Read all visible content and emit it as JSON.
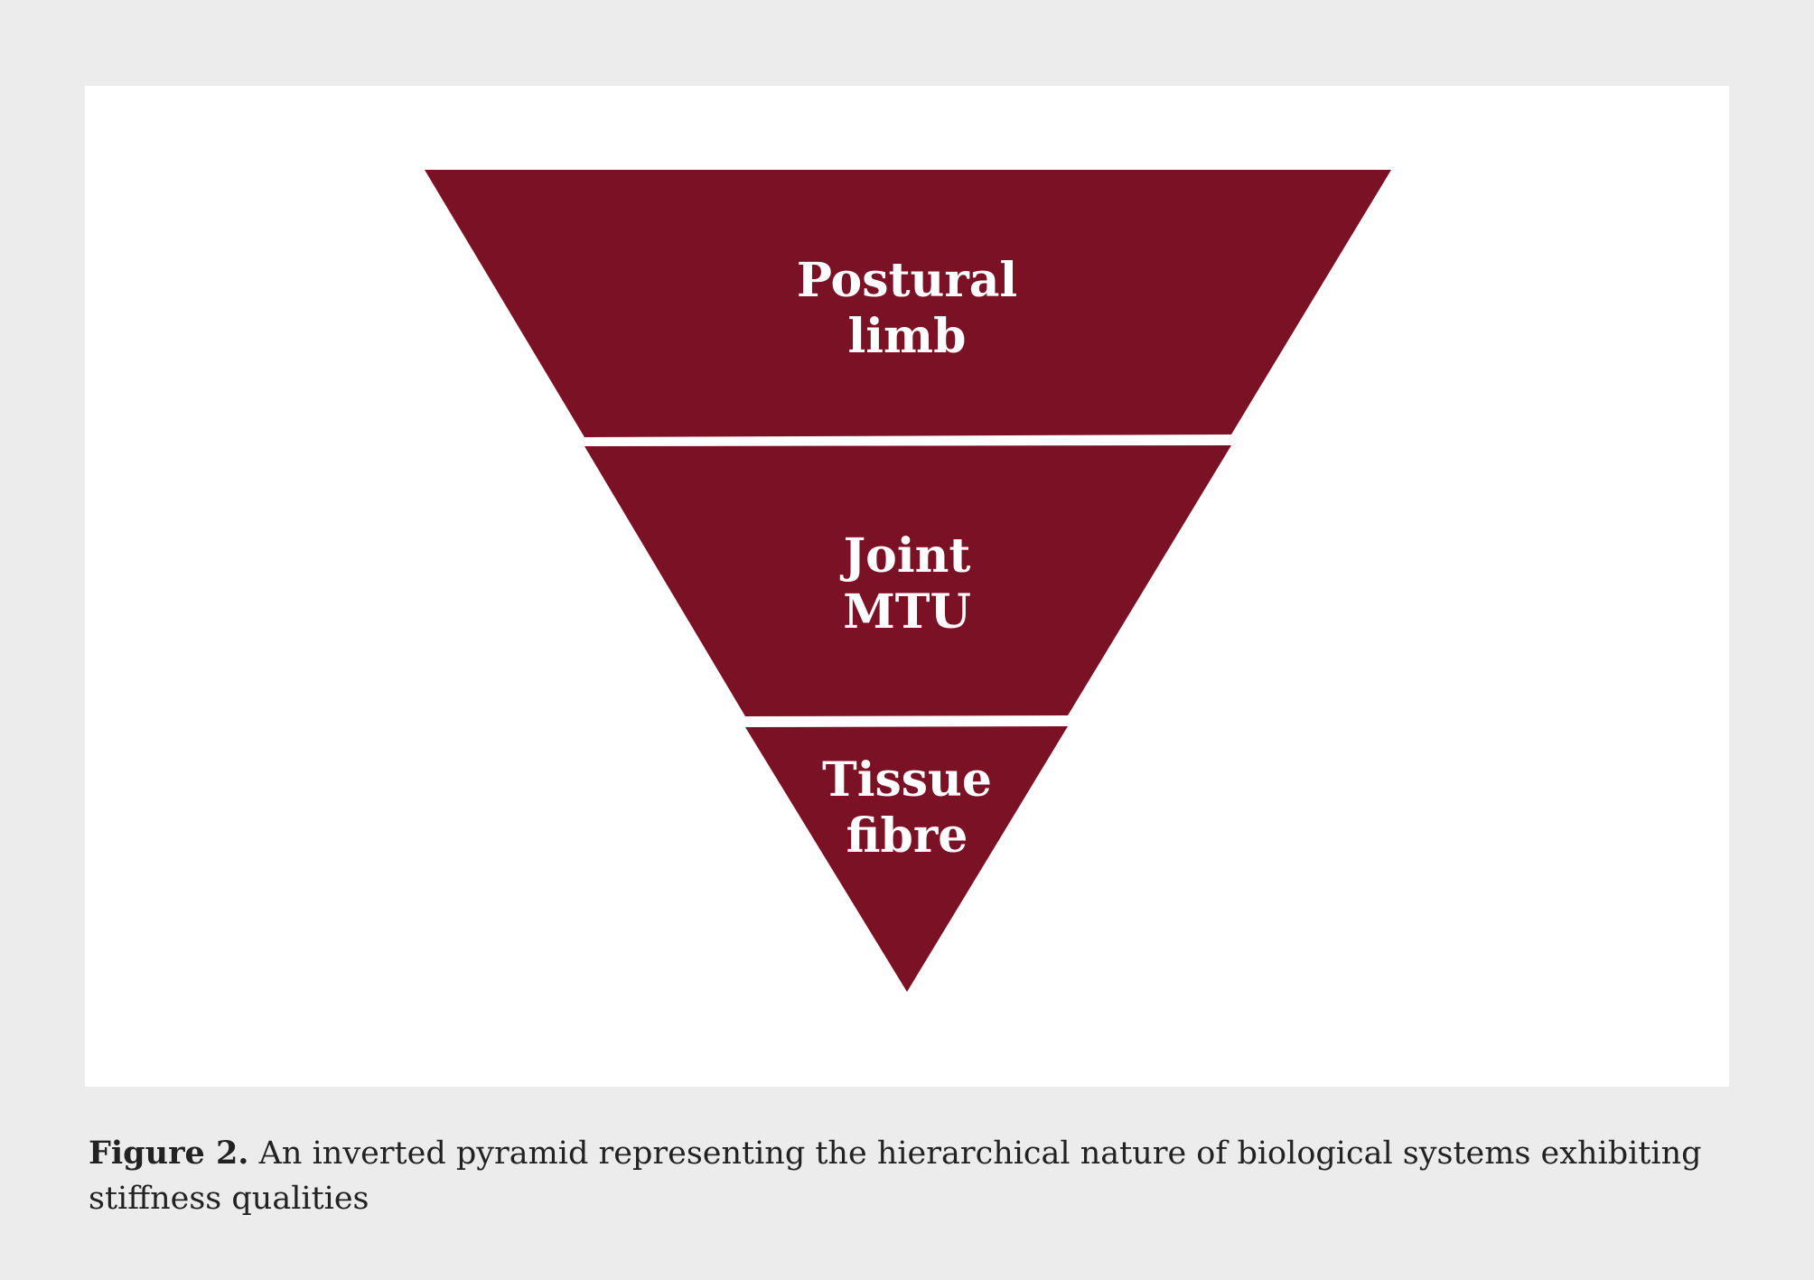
{
  "diagram": {
    "colors": {
      "tier_fill": "#7b1124",
      "label_text": "#ffffff",
      "panel_background": "#ffffff",
      "page_background": "#ececec"
    },
    "tiers": [
      {
        "line1": "Postural",
        "line2": "limb"
      },
      {
        "line1": "Joint",
        "line2": "MTU"
      },
      {
        "line1": "Tissue",
        "line2": "fibre"
      }
    ]
  },
  "caption": {
    "label": "Figure 2.",
    "text": "An inverted pyramid representing the hierarchical nature of biological systems exhibiting stiffness qualities"
  }
}
